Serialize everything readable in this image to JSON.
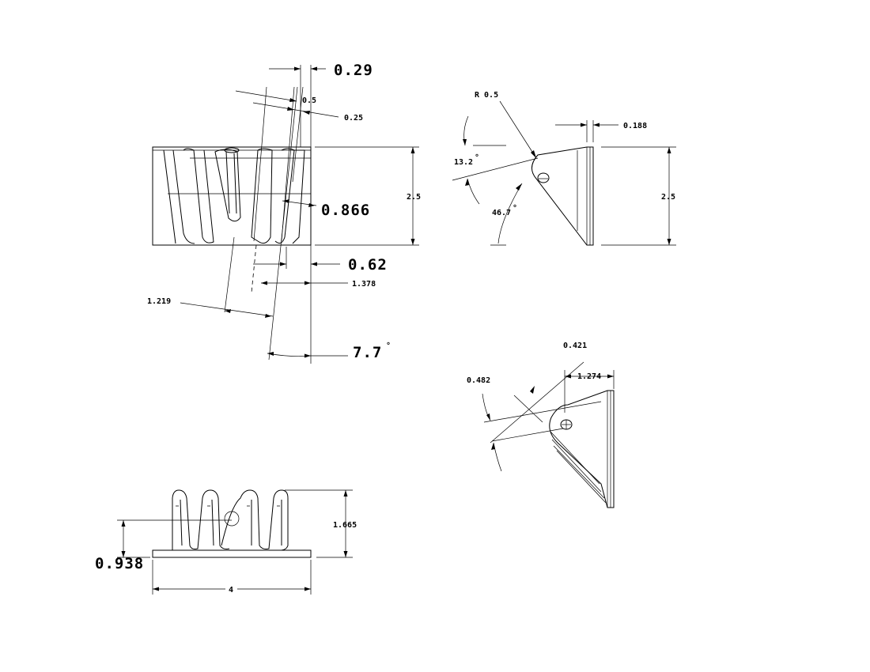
{
  "drawing": {
    "front_view": {
      "dim_top_offset": "0.29",
      "dim_prong_width": "0.5",
      "dim_prong_gap": "0.25",
      "dim_height": "2.5",
      "dim_slot_width": "0.866",
      "dim_offset_b": "0.62",
      "dim_offset_c": "1.378",
      "dim_pitch": "1.219",
      "dim_angle": "7.7",
      "degree_symbol": "°"
    },
    "side_view": {
      "dim_radius": "R  0.5",
      "dim_angle_a": "13.2",
      "dim_angle_b": "46.7",
      "dim_thickness": "0.188",
      "dim_height": "2.5",
      "degree_symbol": "°"
    },
    "iso_view": {
      "dim_a": "0.421",
      "dim_b": "0.482",
      "dim_c": "1.274"
    },
    "bottom_view": {
      "dim_height": "1.665",
      "dim_hole_height": "0.938",
      "dim_width": "4"
    }
  }
}
